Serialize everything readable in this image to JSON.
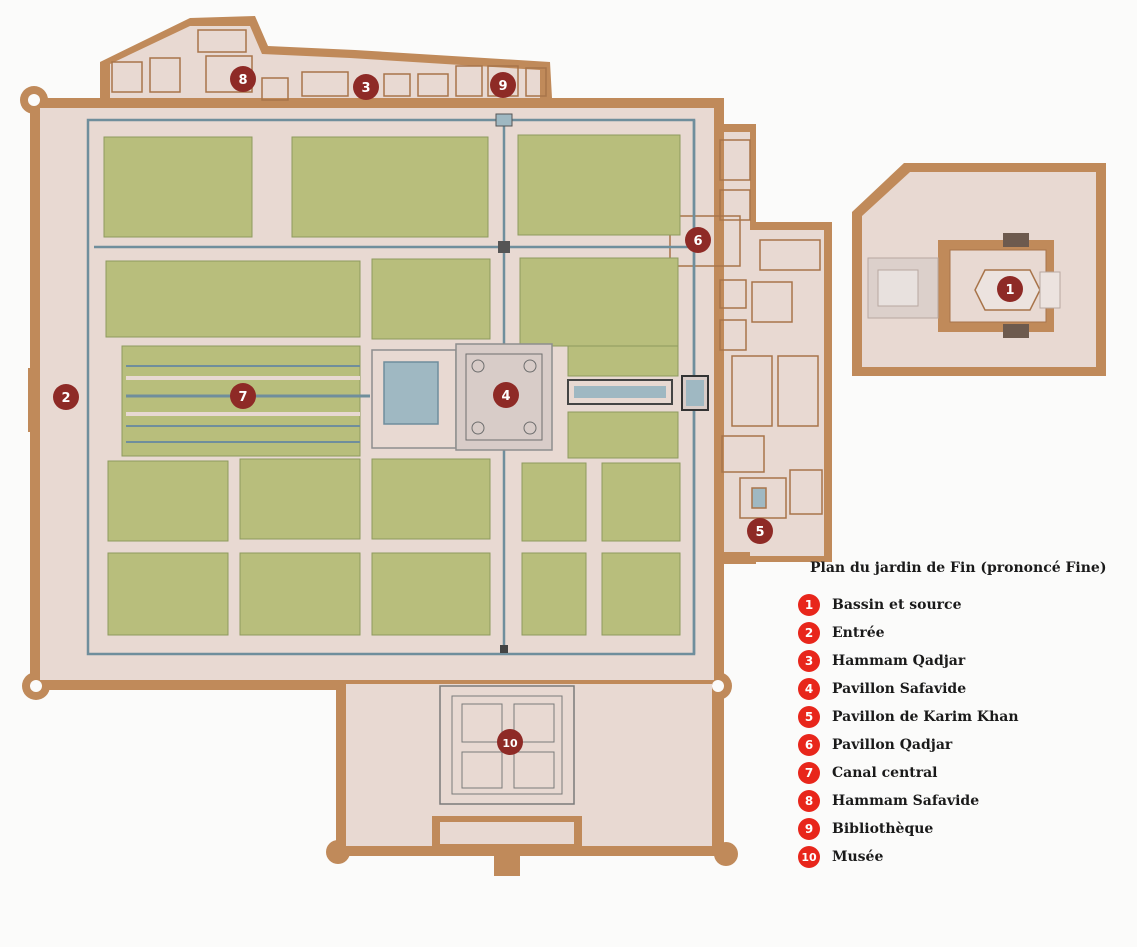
{
  "legend": {
    "title": "Plan du jardin de Fin (prononcé Fine)",
    "items": [
      {
        "number": "1",
        "label": "Bassin et source"
      },
      {
        "number": "2",
        "label": "Entrée"
      },
      {
        "number": "3",
        "label": "Hammam Qadjar"
      },
      {
        "number": "4",
        "label": "Pavillon Safavide"
      },
      {
        "number": "5",
        "label": "Pavillon de Karim Khan"
      },
      {
        "number": "6",
        "label": "Pavillon Qadjar"
      },
      {
        "number": "7",
        "label": "Canal central"
      },
      {
        "number": "8",
        "label": "Hammam Safavide"
      },
      {
        "number": "9",
        "label": "Bibliothèque"
      },
      {
        "number": "10",
        "label": "Musée"
      }
    ]
  },
  "map_markers": [
    "1",
    "2",
    "3",
    "4",
    "5",
    "6",
    "7",
    "8",
    "9",
    "10"
  ],
  "colors": {
    "wall": "#c08a5a",
    "wall_dark": "#a8744a",
    "paving": "#e8d9d2",
    "lawn": "#b8be7c",
    "lawn_edge": "#8e9a5e",
    "water": "#9fb8c2",
    "water_line": "#6f8e9c",
    "marker": "#8e2a26",
    "legend_marker": "#e8261b"
  }
}
